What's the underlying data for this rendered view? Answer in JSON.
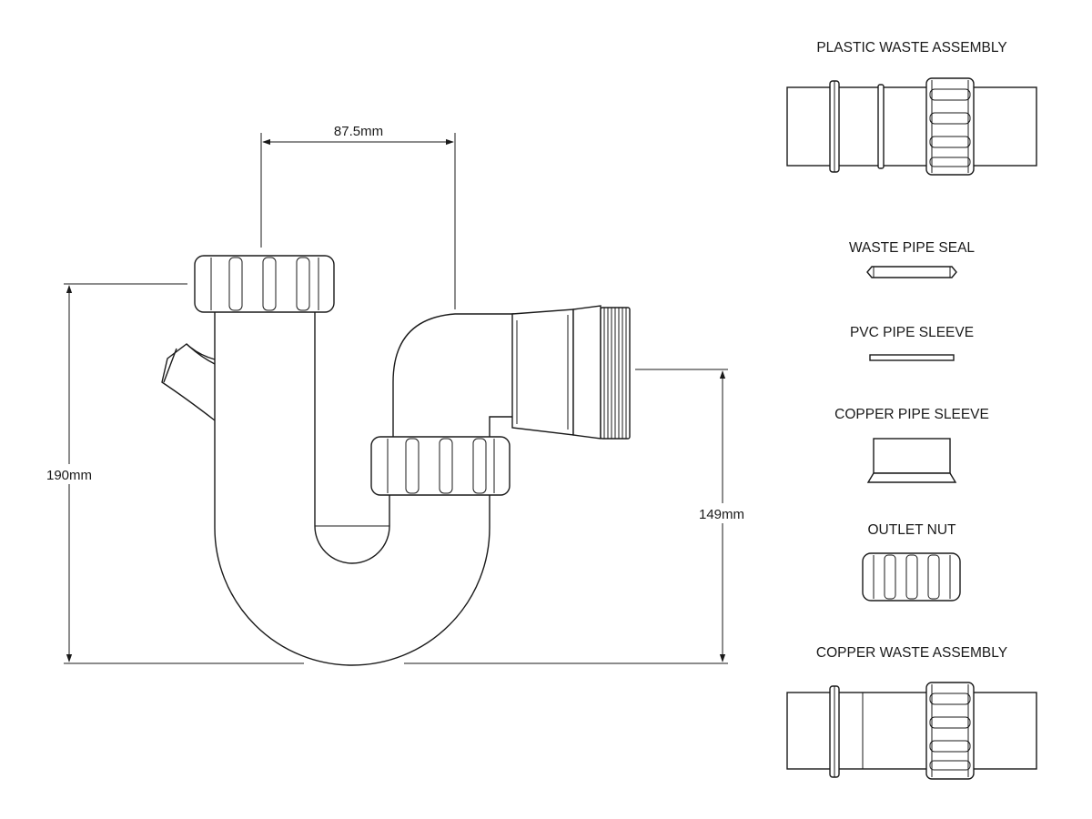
{
  "dimensions": {
    "width_label": "87.5mm",
    "height_label": "190mm",
    "outlet_height_label": "149mm"
  },
  "components": {
    "plastic_waste_assembly": "PLASTIC WASTE ASSEMBLY",
    "waste_pipe_seal": "WASTE PIPE SEAL",
    "pvc_pipe_sleeve": "PVC PIPE SLEEVE",
    "copper_pipe_sleeve": "COPPER PIPE SLEEVE",
    "outlet_nut": "OUTLET NUT",
    "copper_waste_assembly": "COPPER WASTE ASSEMBLY"
  }
}
